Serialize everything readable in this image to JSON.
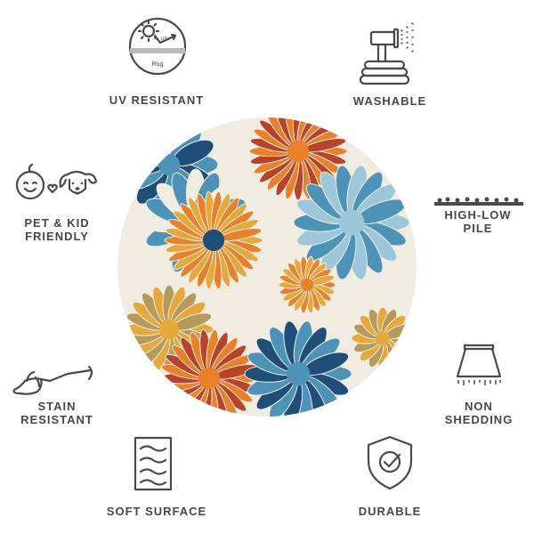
{
  "features": {
    "uv_resistant": {
      "label": "UV RESISTANT",
      "icon": "sun-uv-rug-icon",
      "icon_text_top": "UV",
      "icon_text_bottom": "Rug"
    },
    "washable": {
      "label": "WASHABLE",
      "icon": "hose-spray-icon"
    },
    "pet_kid_friendly": {
      "line1": "PET & KID",
      "line2": "FRIENDLY",
      "icon": "baby-and-dog-icon"
    },
    "high_low_pile": {
      "line1": "HIGH-LOW",
      "line2": "PILE",
      "icon": "pile-texture-icon"
    },
    "stain_resistant": {
      "line1": "STAIN",
      "line2": "RESISTANT",
      "icon": "spilled-wine-glass-icon"
    },
    "non_shedding": {
      "line1": "NON",
      "line2": "SHEDDING",
      "icon": "lampshade-fibers-icon"
    },
    "soft_surface": {
      "label": "SOFT SURFACE",
      "icon": "wavy-surface-icon"
    },
    "durable": {
      "label": "DURABLE",
      "icon": "shield-check-icon"
    }
  },
  "colors": {
    "text": "#474747",
    "icon_stroke": "#4a4a4a",
    "rug_base": "#f1ece2",
    "orange": "#e8812a",
    "rust": "#b8432a",
    "navy": "#1f4e7a",
    "sky": "#4d93b8",
    "gold": "#e5a83a",
    "tan": "#b59a5c"
  }
}
